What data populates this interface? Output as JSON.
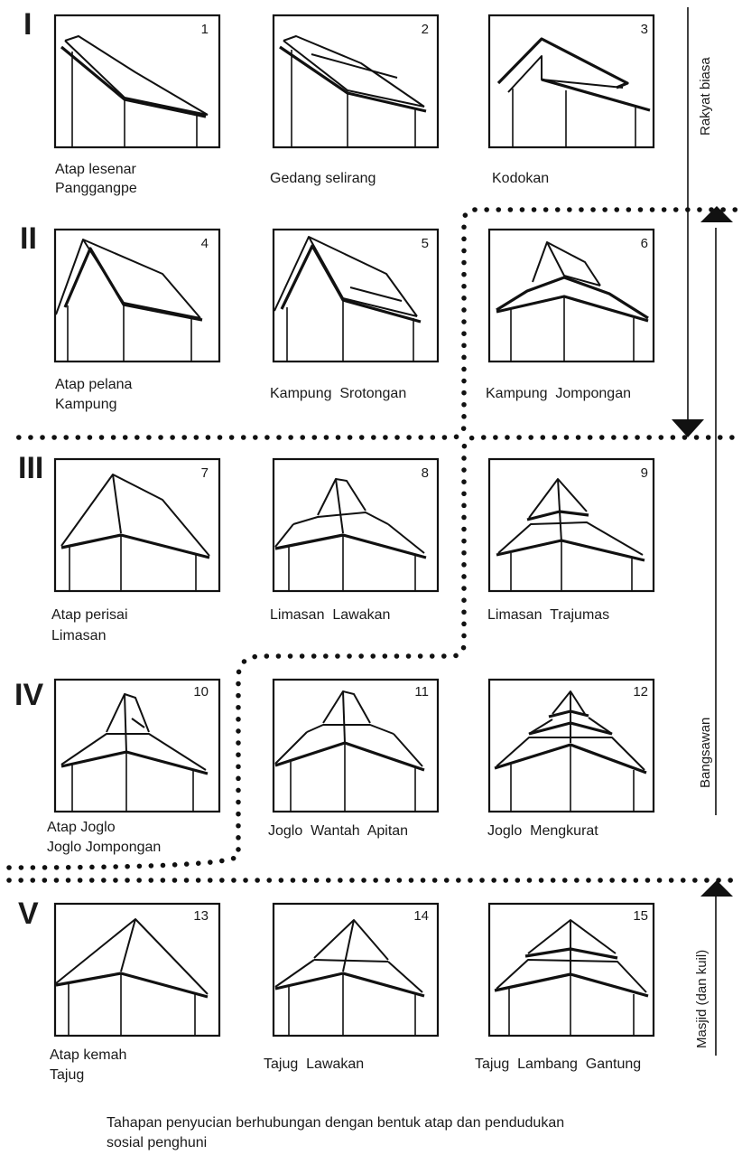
{
  "rows": [
    {
      "roman": "I",
      "items": [
        {
          "num": "1",
          "caption": [
            "Atap lesenar",
            "Panggangpe"
          ]
        },
        {
          "num": "2",
          "caption": [
            "Gedang selirang"
          ]
        },
        {
          "num": "3",
          "caption": [
            "Kodokan"
          ]
        }
      ]
    },
    {
      "roman": "II",
      "items": [
        {
          "num": "4",
          "caption": [
            "Atap pelana",
            "Kampung"
          ]
        },
        {
          "num": "5",
          "caption": [
            "Kampung  Srotongan"
          ]
        },
        {
          "num": "6",
          "caption": [
            "Kampung  Jompongan"
          ]
        }
      ]
    },
    {
      "roman": "III",
      "items": [
        {
          "num": "7",
          "caption": [
            "Atap perisai",
            "Limasan"
          ]
        },
        {
          "num": "8",
          "caption": [
            "Limasan  Lawakan"
          ]
        },
        {
          "num": "9",
          "caption": [
            "Limasan  Trajumas"
          ]
        }
      ]
    },
    {
      "roman": "IV",
      "items": [
        {
          "num": "10",
          "caption": [
            "Atap Joglo",
            "Joglo Jompongan"
          ]
        },
        {
          "num": "11",
          "caption": [
            "Joglo  Wantah  Apitan"
          ]
        },
        {
          "num": "12",
          "caption": [
            "Joglo  Mengkurat"
          ]
        }
      ]
    },
    {
      "roman": "V",
      "items": [
        {
          "num": "13",
          "caption": [
            "Atap kemah",
            "Tajug"
          ]
        },
        {
          "num": "14",
          "caption": [
            "Tajug  Lawakan"
          ]
        },
        {
          "num": "15",
          "caption": [
            "Tajug  Lambang  Gantung"
          ]
        }
      ]
    }
  ],
  "side_labels": {
    "rakyat": "Rakyat biasa",
    "bangsawan": "Bangsawan",
    "masjid": "Masjid (dan kuil)"
  },
  "footnote": [
    "Tahapan penyucian berhubungan dengan bentuk atap dan pendudukan",
    "sosial penghuni"
  ]
}
